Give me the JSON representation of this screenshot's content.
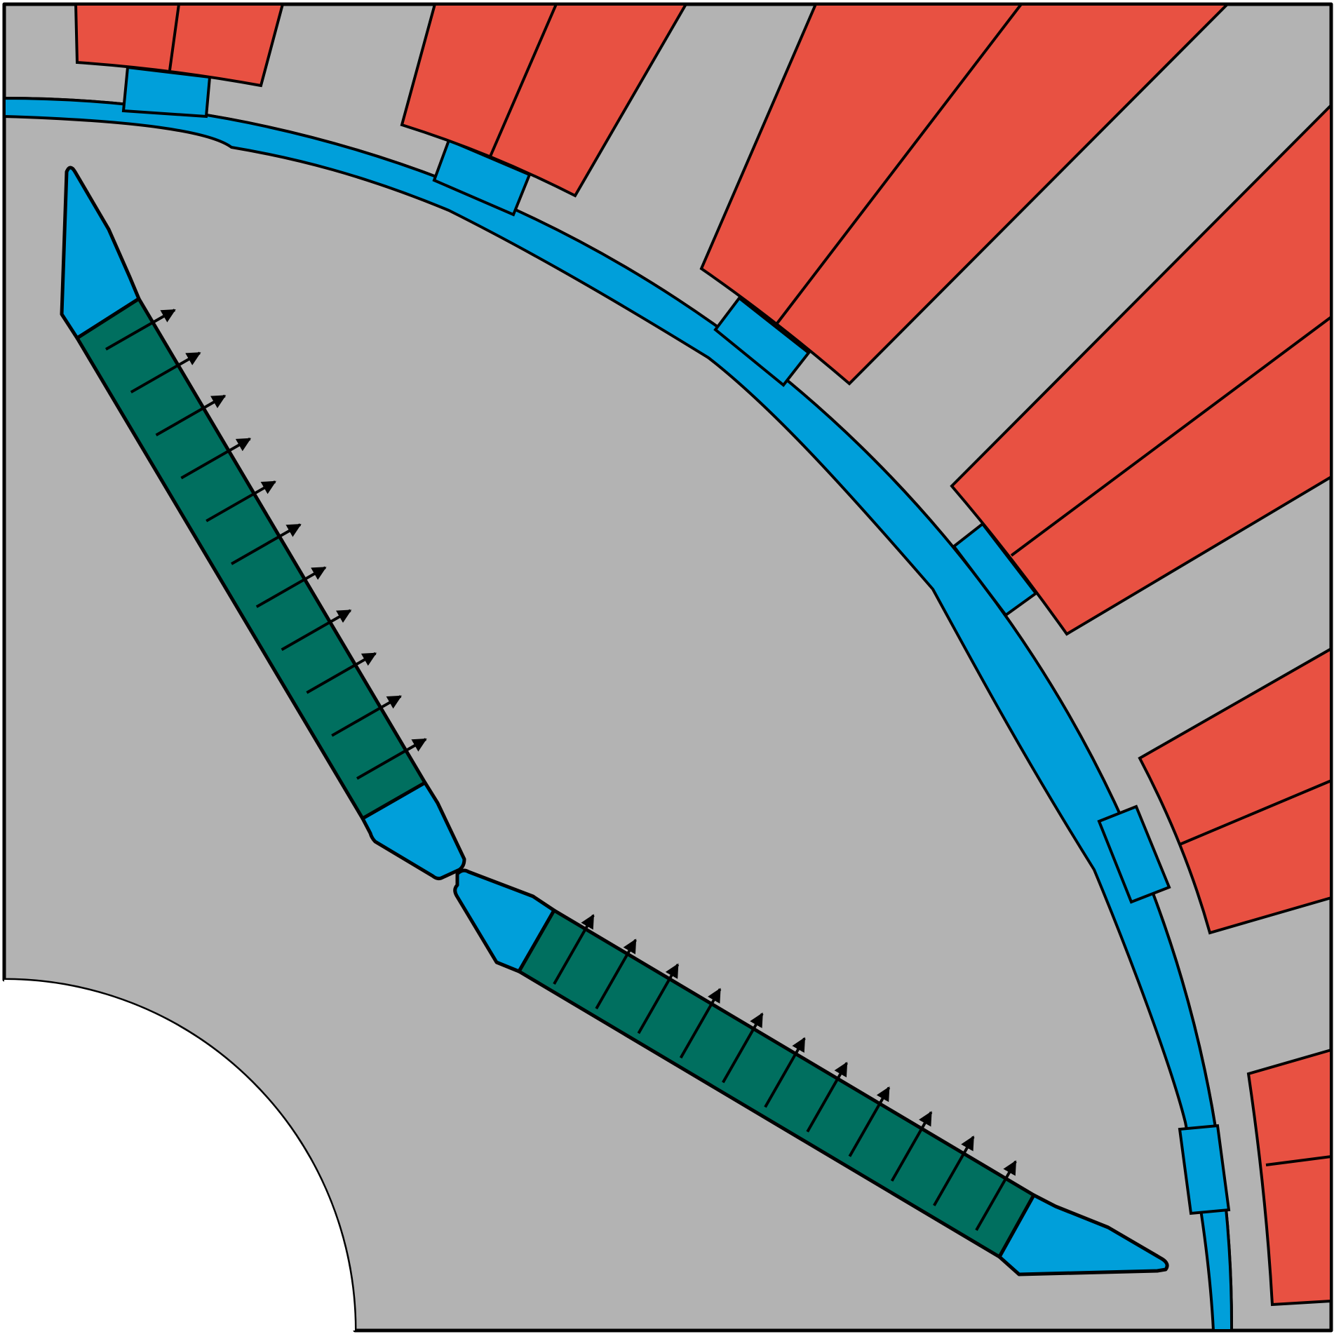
{
  "diagram": {
    "kind": "motor-cross-section-quarter",
    "colors": {
      "iron": "#b3b3b3",
      "coil": "#e85142",
      "air": "#009fda",
      "magnet": "#006f5f",
      "outline": "#000000",
      "shaft": "#ffffff"
    },
    "stator_slots": 6,
    "magnets": [
      {
        "id": "magnet-upper",
        "arrow_count": 11
      },
      {
        "id": "magnet-lower",
        "arrow_count": 11
      }
    ]
  }
}
